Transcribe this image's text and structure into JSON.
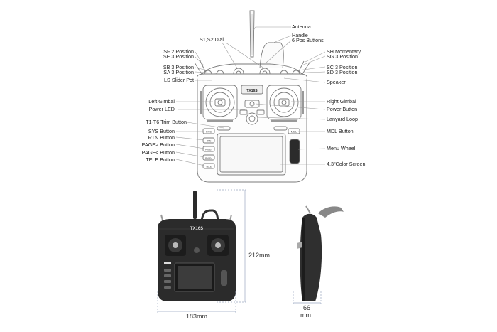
{
  "callouts_left": [
    {
      "id": "sf",
      "text": "SF 2 Position"
    },
    {
      "id": "se",
      "text": "SE 3 Position"
    },
    {
      "id": "sb",
      "text": "SB 3 Position"
    },
    {
      "id": "sa",
      "text": "SA 3 Position"
    },
    {
      "id": "ls",
      "text": "LS Slider Pot"
    },
    {
      "id": "left-gimbal",
      "text": "Left Gimbal"
    },
    {
      "id": "power-led",
      "text": "Power LED"
    },
    {
      "id": "trim",
      "text": "T1-T6 Trim Button"
    },
    {
      "id": "sys",
      "text": "SYS Button"
    },
    {
      "id": "rtn",
      "text": "RTN Button"
    },
    {
      "id": "page-next",
      "text": "PAGE> Button"
    },
    {
      "id": "page-prev",
      "text": "PAGE< Button"
    },
    {
      "id": "tele",
      "text": "TELE Button"
    }
  ],
  "callouts_right": [
    {
      "id": "antenna",
      "text": "Antenna"
    },
    {
      "id": "handle",
      "text": "Handle"
    },
    {
      "id": "pos6",
      "text": "6 Pos Buttons"
    },
    {
      "id": "sh",
      "text": "SH Momentary"
    },
    {
      "id": "sg",
      "text": "SG 3 Position"
    },
    {
      "id": "sc",
      "text": "SC 3 Position"
    },
    {
      "id": "sd",
      "text": "SD 3 Position"
    },
    {
      "id": "speaker",
      "text": "Speaker"
    },
    {
      "id": "right-gimbal",
      "text": "Right Gimbal"
    },
    {
      "id": "power-button",
      "text": "Power Button"
    },
    {
      "id": "lanyard",
      "text": "Lanyard Loop"
    },
    {
      "id": "mdl",
      "text": "MDL Button"
    },
    {
      "id": "wheel",
      "text": "Menu Wheel"
    },
    {
      "id": "screen",
      "text": "4.3\"Color Screen"
    }
  ],
  "callout_top": {
    "id": "dial",
    "text": "S1,S2 Dial"
  },
  "device": {
    "brand": "TX16S",
    "button_labels": {
      "sys": "SYS",
      "mdl": "MDL",
      "rtn": "RTN",
      "page_next": "PAGE>",
      "page_prev": "PAGE<",
      "tele": "TELE"
    }
  },
  "dimensions": {
    "height": "212mm",
    "width": "183mm",
    "depth_value": "66",
    "depth_unit": "mm"
  },
  "colors": {
    "line": "#9a9a9a",
    "outline": "#7a7a7a",
    "body_dark": "#2b2b2b",
    "text": "#222222"
  }
}
